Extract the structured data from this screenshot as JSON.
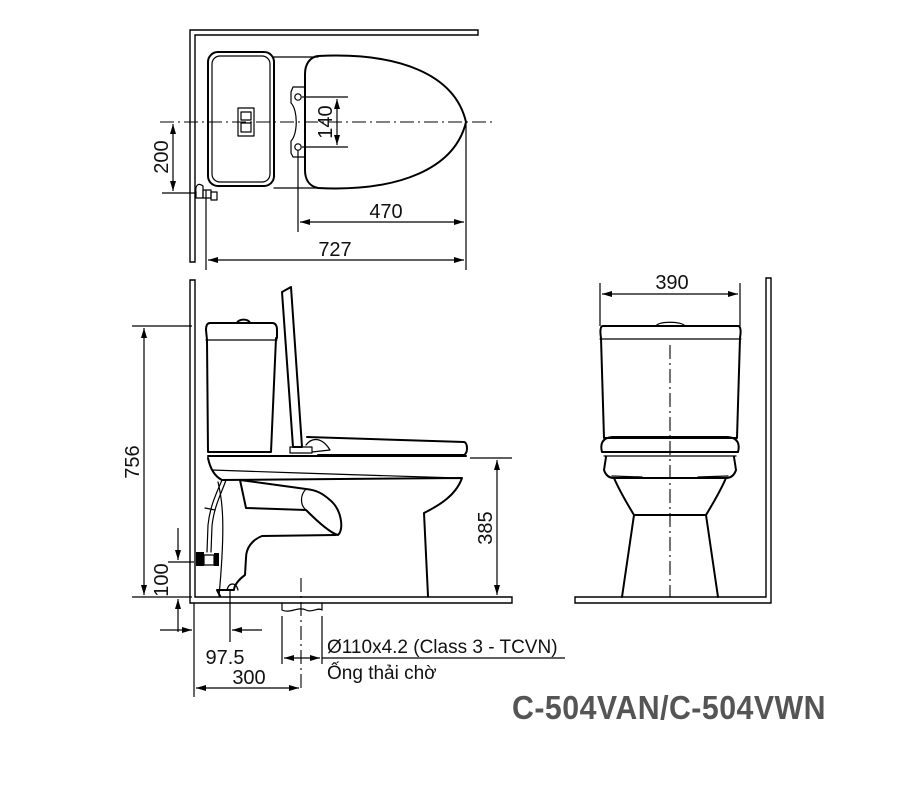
{
  "drawing": {
    "model_title": "C-504VAN/C-504VWN",
    "top_view": {
      "dimensions": {
        "seat_hinge_spacing": "140",
        "drain_center_from_wall_top": "200",
        "seat_length": "470",
        "overall_length": "727"
      }
    },
    "side_view": {
      "dimensions": {
        "overall_height": "756",
        "seat_height": "385",
        "water_supply_height": "100",
        "water_supply_offset": "97.5",
        "drain_distance_from_wall": "300"
      },
      "drain_pipe": {
        "spec": "Ø110x4.2 (Class 3 - TCVN)",
        "label": "Ống thải chờ"
      }
    },
    "front_view": {
      "dimensions": {
        "overall_width": "390"
      }
    }
  }
}
